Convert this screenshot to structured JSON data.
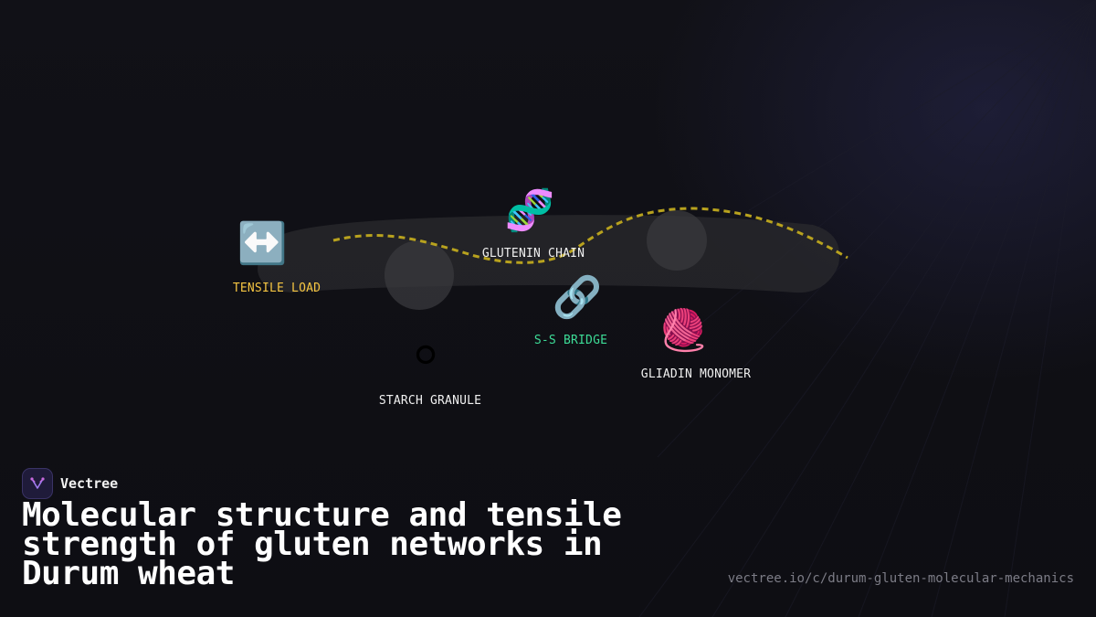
{
  "brand": {
    "name": "Vectree"
  },
  "title": "Molecular structure and tensile strength of gluten networks in Durum wheat",
  "url": "vectree.io/c/durum-gluten-molecular-mechanics",
  "colors": {
    "background": "#0f0f14",
    "path_dashes": "#b8a21e",
    "label_default": "#f0f0f0",
    "label_tensile": "#f5c542",
    "label_bridge": "#3ddc97",
    "band": "#2a2a2e",
    "node_disc": "#3a3a3e"
  },
  "nodes": [
    {
      "id": "tensile-load",
      "label": "TENSILE LOAD",
      "icon": "left-right-arrow-icon",
      "emoji": "↔️"
    },
    {
      "id": "glutenin-chain",
      "label": "GLUTENIN CHAIN",
      "icon": "dna-icon",
      "emoji": "🧬"
    },
    {
      "id": "starch-granule",
      "label": "STARCH GRANULE",
      "icon": "white-circle-icon",
      "emoji": "⚪"
    },
    {
      "id": "ss-bridge",
      "label": "S-S BRIDGE",
      "icon": "link-icon",
      "emoji": "🔗"
    },
    {
      "id": "gliadin-monomer",
      "label": "GLIADIN MONOMER",
      "icon": "yarn-ball-icon",
      "emoji": "🧶"
    }
  ]
}
